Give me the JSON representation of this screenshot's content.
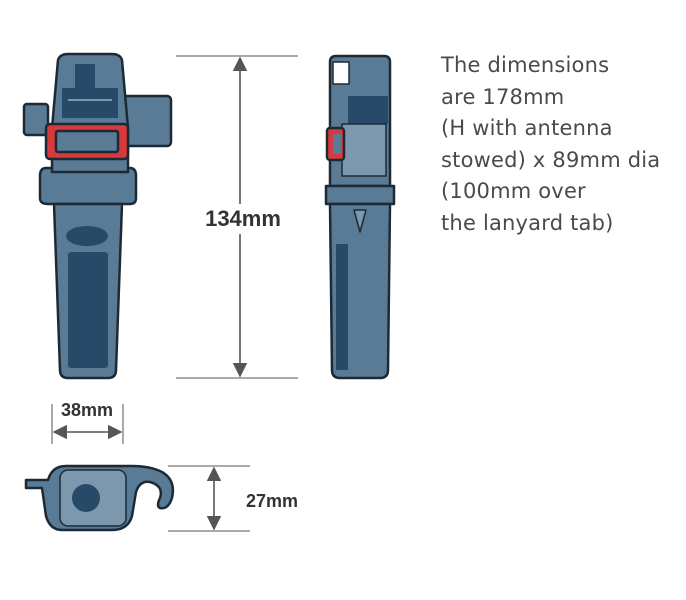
{
  "description": {
    "lines": [
      "The dimensions",
      "are 178mm",
      "(H with antenna",
      "stowed) x 89mm dia",
      "(100mm over",
      "the lanyard tab)"
    ]
  },
  "dimensions": {
    "height_label": "134mm",
    "width_label": "38mm",
    "depth_label": "27mm"
  },
  "colors": {
    "body": "#5a7b95",
    "body_light": "#7b98ae",
    "body_dark": "#274a68",
    "outline": "#1d2a36",
    "clip": "#d8393c",
    "dimension_line": "#555555"
  },
  "icons": [
    "beacon-front-view",
    "beacon-side-view",
    "beacon-top-view"
  ]
}
